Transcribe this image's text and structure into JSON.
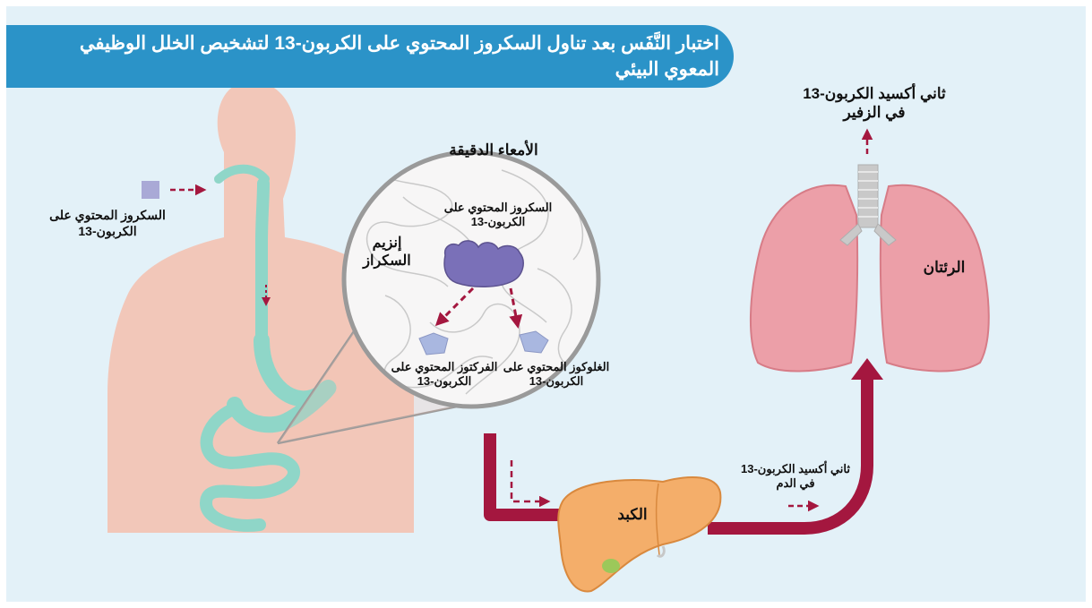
{
  "title": "اختبار النَّفَس بعد تناول السكروز المحتوي على الكربون-13 لتشخيص الخلل الوظيفي المعوي البيئي",
  "labels": {
    "sucrose_input": "السكروز المحتوي على الكربون-13",
    "small_intestine": "الأمعاء الدقيقة",
    "sucrose_inside": "السكروز المحتوي على الكربون-13",
    "enzyme": "إنزيم السكراز",
    "fructose": "الفركتوز المحتوي على الكربون-13",
    "glucose": "الغلوكوز المحتوي على الكربون-13",
    "liver": "الكبد",
    "co2_blood": "ثاني أكسيد الكربون-13 في الدم",
    "lungs": "الرئتان",
    "co2_breath": "ثاني أكسيد الكربون-13 في الزفير"
  },
  "colors": {
    "background": "#e3f1f8",
    "banner": "#2b93c8",
    "body_silhouette": "#f5bfae",
    "digestive_tract": "#8fd6c8",
    "lungs": "#ec9fa8",
    "liver": "#f4ae6a",
    "blood_vessel": "#a4173f",
    "enzyme": "#7a70b8",
    "sugar": "#a9b7e0",
    "arrow": "#a4173f"
  }
}
